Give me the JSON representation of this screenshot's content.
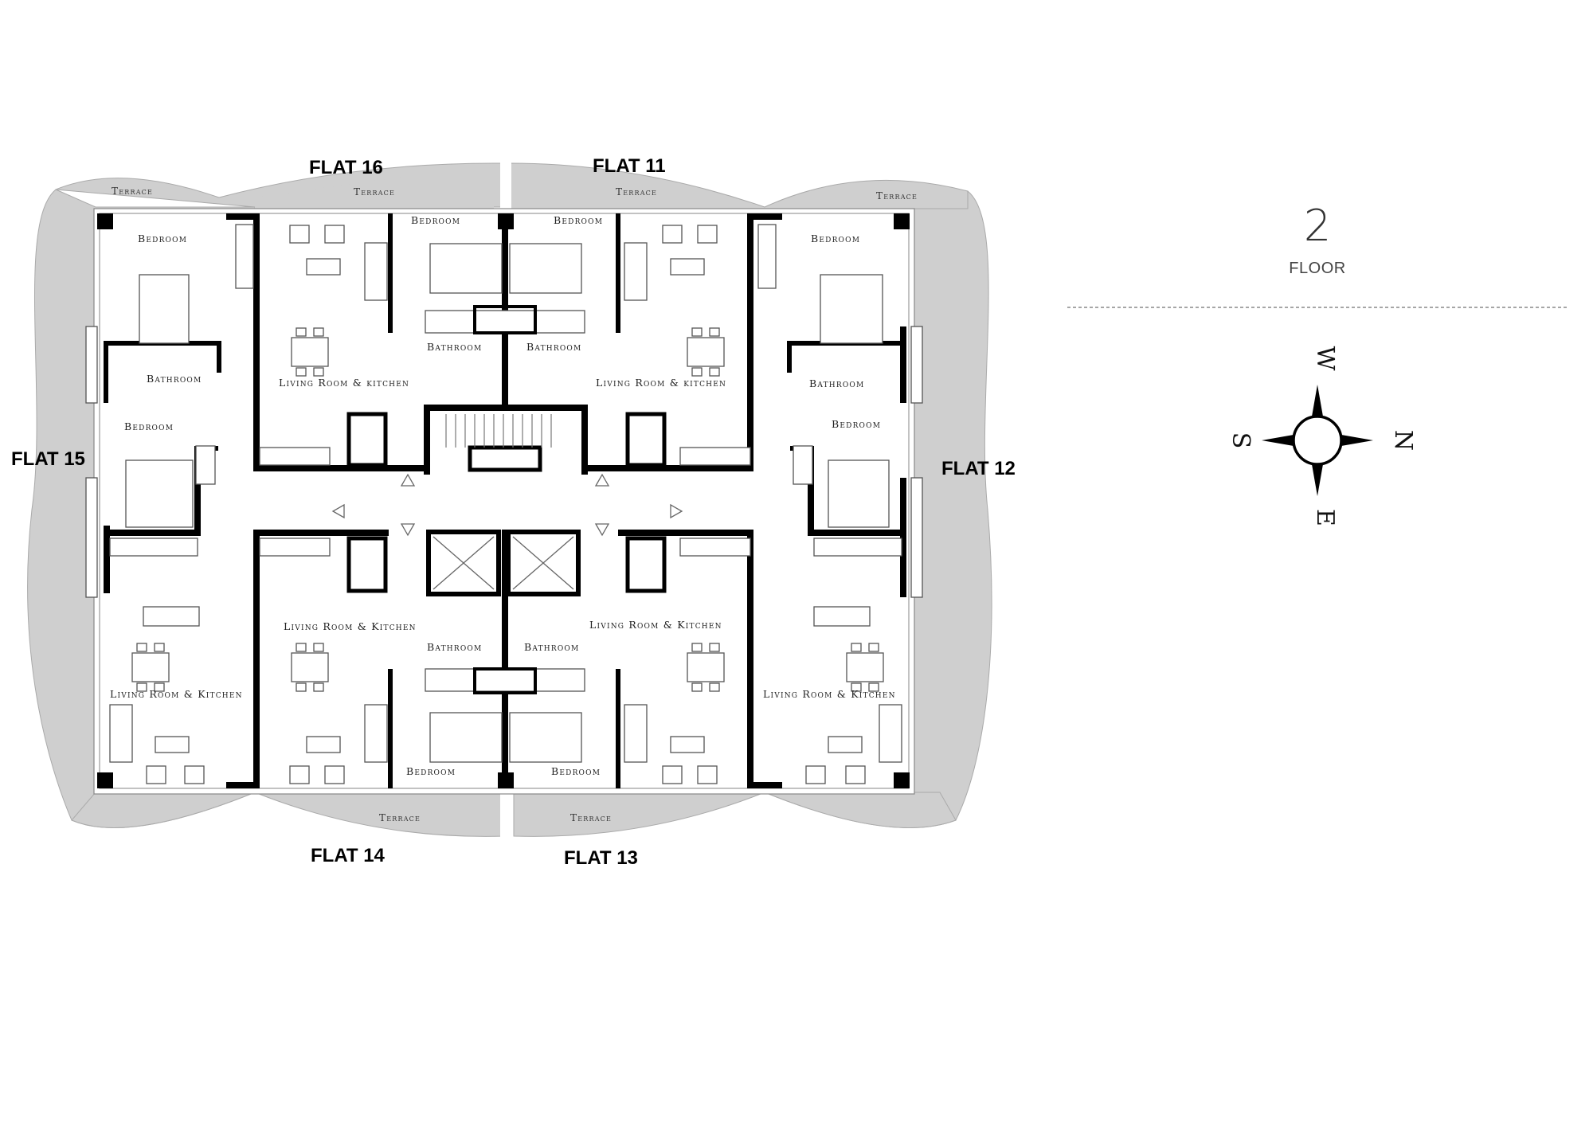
{
  "floor": {
    "number": "2",
    "label": "FLOOR"
  },
  "compass": {
    "west": "W",
    "north": "N",
    "east": "E",
    "south": "S"
  },
  "flats": {
    "flat16": "FLAT 16",
    "flat11": "FLAT 11",
    "flat15": "FLAT 15",
    "flat12": "FLAT 12",
    "flat14": "FLAT 14",
    "flat13": "FLAT 13"
  },
  "rooms": {
    "terrace": "Terrace",
    "bedroom": "Bedroom",
    "bathroom": "Bathroom",
    "living_kitchen_lower": "Living Room & kitchen",
    "living_kitchen": "Living Room & Kitchen"
  }
}
